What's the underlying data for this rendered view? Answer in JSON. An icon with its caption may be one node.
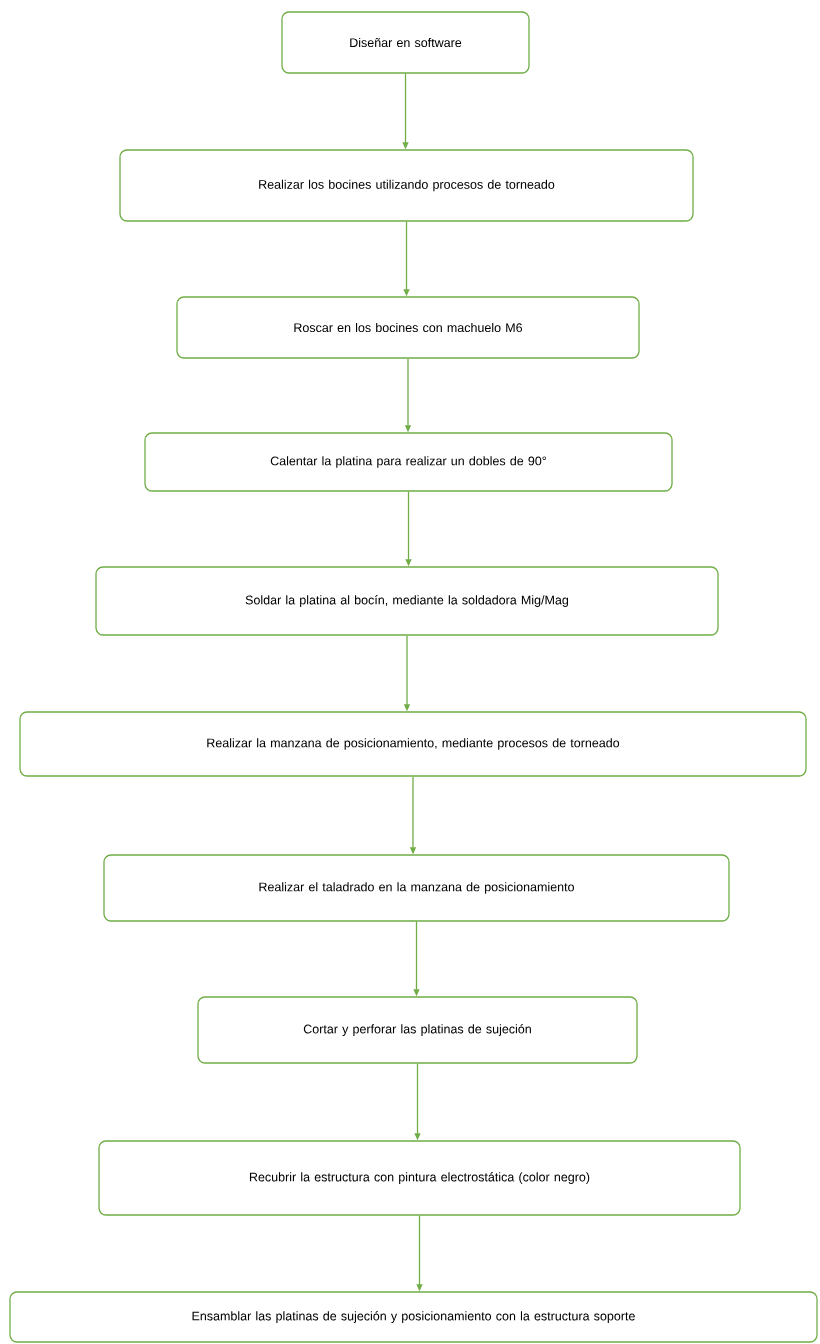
{
  "diagram": {
    "nodes": [
      {
        "text": [
          "Diseñar en software"
        ]
      },
      {
        "text": [
          "Realizar los bocines utilizando procesos de torneado"
        ]
      },
      {
        "text": [
          "Roscar en los bocines con machuelo M6"
        ]
      },
      {
        "text": [
          "Calentar la platina para realizar un dobles de 90°"
        ]
      },
      {
        "text": [
          "Soldar la platina al bocín, mediante la soldadora Mig/Mag"
        ]
      },
      {
        "text": [
          "Realizar la manzana de posicionamiento, mediante procesos de torneado"
        ]
      },
      {
        "text": [
          "Realizar el taladrado en la manzana de posicionamiento"
        ]
      },
      {
        "text": [
          "Cortar y perforar las platinas de sujeción"
        ]
      },
      {
        "text": [
          "Recubrir la estructura con pintura electrostática (color negro)"
        ]
      },
      {
        "text": [
          "Ensamblar las platinas de sujeción y posicionamiento con la estructura soporte"
        ]
      }
    ],
    "edges": [
      {
        "from": 0,
        "to": 1,
        "arrow": "to"
      },
      {
        "from": 1,
        "to": 2,
        "arrow": "to"
      },
      {
        "from": 2,
        "to": 3,
        "arrow": "to"
      },
      {
        "from": 3,
        "to": 4,
        "arrow": "to"
      },
      {
        "from": 4,
        "to": 5,
        "arrow": "to"
      },
      {
        "from": 5,
        "to": 6,
        "arrow": "to"
      },
      {
        "from": 6,
        "to": 7,
        "arrow": "to"
      },
      {
        "from": 7,
        "to": 8,
        "arrow": "to"
      },
      {
        "from": 8,
        "to": 9,
        "arrow": "to"
      }
    ]
  }
}
